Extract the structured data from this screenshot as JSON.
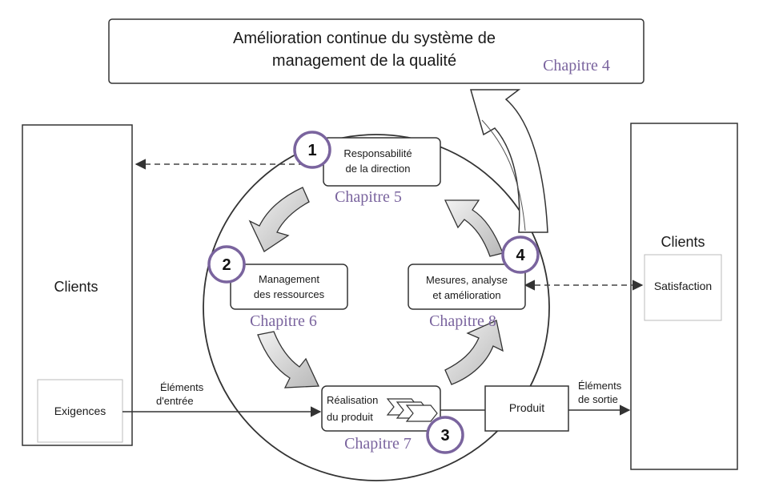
{
  "banner": {
    "line1": "Amélioration continue du système de",
    "line2": "management de la qualité"
  },
  "chapter_labels": {
    "ch4": "Chapitre 4",
    "ch5": "Chapitre 5",
    "ch6": "Chapitre 6",
    "ch7": "Chapitre 7",
    "ch8": "Chapitre 8"
  },
  "left_panel": {
    "title": "Clients",
    "inner_box": "Exigences"
  },
  "right_panel": {
    "title": "Clients",
    "inner_box": "Satisfaction"
  },
  "processes": {
    "p1": {
      "number": "1",
      "line1": "Responsabilité",
      "line2": "de la direction"
    },
    "p2": {
      "number": "2",
      "line1": "Management",
      "line2": "des ressources"
    },
    "p3": {
      "number": "3",
      "line1": "Réalisation",
      "line2": "du produit"
    },
    "p4": {
      "number": "4",
      "line1": "Mesures, analyse",
      "line2": "et amélioration"
    }
  },
  "product_box": "Produit",
  "input_label": {
    "line1": "Éléments",
    "line2": "d'entrée"
  },
  "output_label": {
    "line1": "Éléments",
    "line2": "de sortie"
  },
  "colors": {
    "badge_stroke": "#7a649e",
    "chapter_text": "#7a649e",
    "line": "#333333",
    "arrow_fill": "#d9d9d9"
  }
}
